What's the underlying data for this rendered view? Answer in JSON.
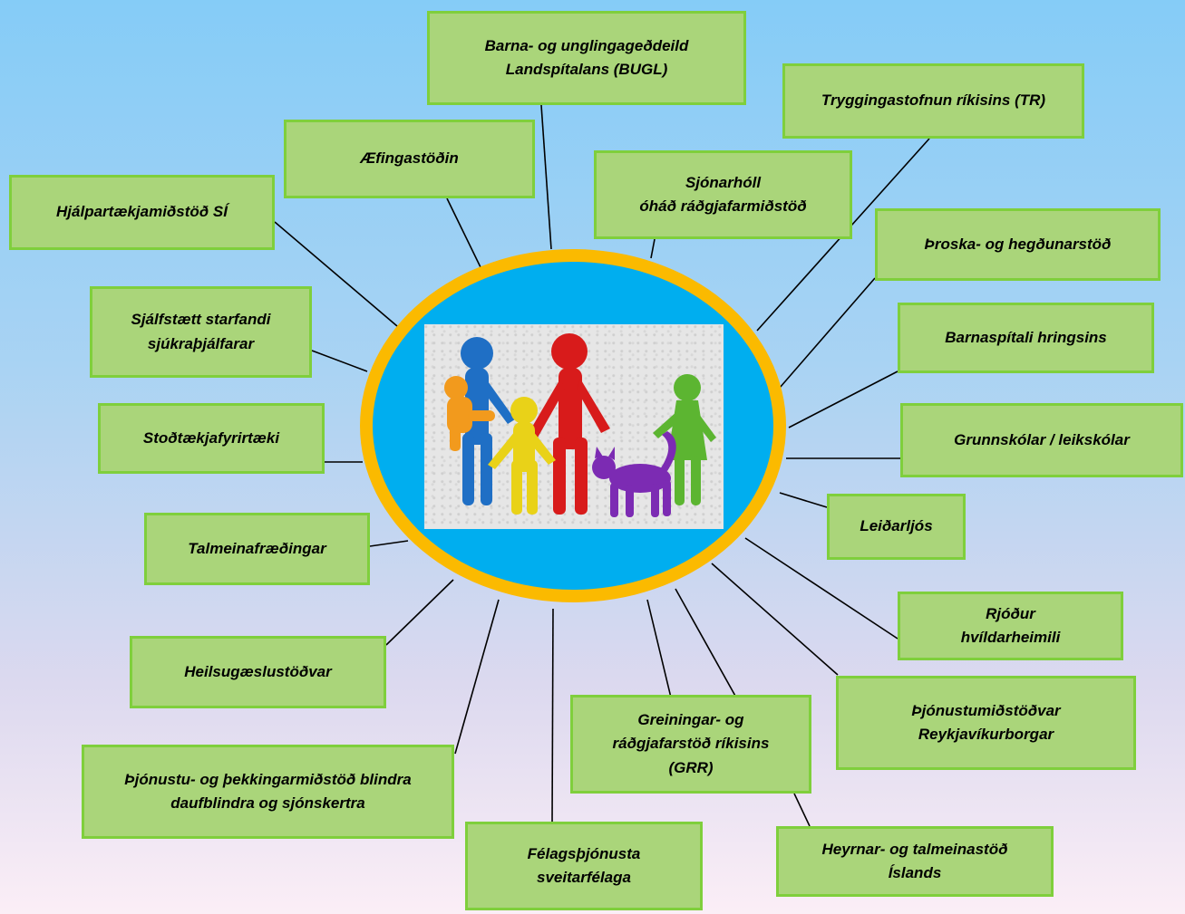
{
  "center": {
    "image_description_icon": "family-figures-image"
  },
  "nodes": [
    {
      "id": "bugl",
      "lines": [
        "Barna- og unglingageðdeild",
        "Landspítalans (BUGL)"
      ]
    },
    {
      "id": "tr",
      "lines": [
        "Tryggingastofnun ríkisins (TR)"
      ]
    },
    {
      "id": "aefing",
      "lines": [
        "Æfingastöðin"
      ]
    },
    {
      "id": "sjonarholl",
      "lines": [
        "Sjónarhóll",
        "óháð ráðgjafarmiðstöð"
      ]
    },
    {
      "id": "hjalpar",
      "lines": [
        "Hjálpartækjamiðstöð SÍ"
      ]
    },
    {
      "id": "throska",
      "lines": [
        "Þroska- og hegðunarstöð"
      ]
    },
    {
      "id": "sjalfst",
      "lines": [
        "Sjálfstætt starfandi",
        "sjúkraþjálfarar"
      ]
    },
    {
      "id": "barnaspitali",
      "lines": [
        "Barnaspítali hringsins"
      ]
    },
    {
      "id": "stodtaekja",
      "lines": [
        "Stoðtækjafyrirtæki"
      ]
    },
    {
      "id": "grunnskolar",
      "lines": [
        "Grunnskólar / leikskólar"
      ]
    },
    {
      "id": "leidarljos",
      "lines": [
        "Leiðarljós"
      ]
    },
    {
      "id": "talmein",
      "lines": [
        "Talmeinafræðingar"
      ]
    },
    {
      "id": "rjodur",
      "lines": [
        "Rjóður",
        "hvíldarheimili"
      ]
    },
    {
      "id": "heilsug",
      "lines": [
        "Heilsugæslustöðvar"
      ]
    },
    {
      "id": "thjonmid",
      "lines": [
        "Þjónustumiðstöðvar",
        "Reykjavíkurborgar"
      ]
    },
    {
      "id": "grr",
      "lines": [
        "Greiningar- og",
        "ráðgjafarstöð ríkisins",
        "(GRR)"
      ]
    },
    {
      "id": "blindra",
      "lines": [
        "Þjónustu- og þekkingarmiðstöð blindra",
        "daufblindra og sjónskertra"
      ]
    },
    {
      "id": "heyrnar",
      "lines": [
        "Heyrnar- og talmeinastöð",
        "Íslands"
      ]
    },
    {
      "id": "felags",
      "lines": [
        "Félagsþjónusta",
        "sveitarfélaga"
      ]
    }
  ]
}
